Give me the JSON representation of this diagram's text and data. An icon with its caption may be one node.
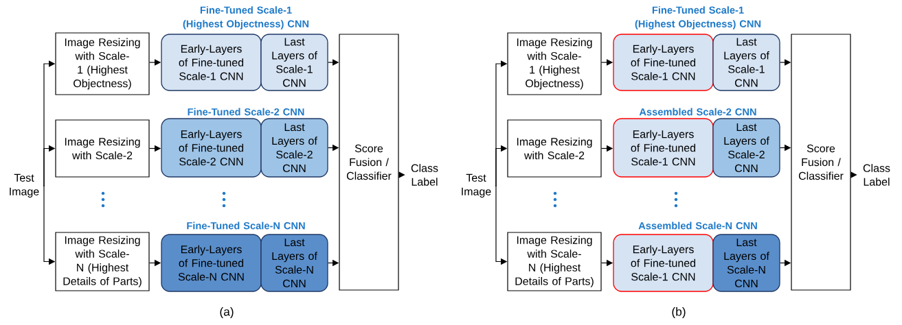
{
  "diagram": {
    "nodes": [
      {
        "text": [
          "Test Image"
        ]
      },
      {
        "text": [
          "Image Resizing with Scale-1 (Highest Objectness)"
        ]
      },
      {
        "text": [
          "Early-Layers of Fine-tuned Scale-1 CNN"
        ]
      },
      {
        "text": [
          "Last Layers of Scale-1 CNN"
        ]
      },
      {
        "text": [
          "Image Resizing with Scale-2"
        ]
      },
      {
        "text": [
          "Early-Layers of Fine-tuned Scale-2 CNN"
        ]
      },
      {
        "text": [
          "Last Layers of Scale-2 CNN"
        ]
      },
      {
        "text": [
          "Image Resizing with Scale-N (Highest Details of Parts)"
        ]
      },
      {
        "text": [
          "Early-Layers of Fine-tuned Scale-N CNN"
        ]
      },
      {
        "text": [
          "Last Layers of Scale-N CNN"
        ]
      },
      {
        "text": [
          "Score Fusion / Classifier"
        ]
      },
      {
        "text": [
          "Class Label"
        ]
      },
      {
        "text": [
          "Test Image"
        ]
      },
      {
        "text": [
          "Image Resizing with Scale-1 (Highest Objectness)"
        ]
      },
      {
        "text": [
          "Early-Layers of Fine-tuned Scale-1 CNN"
        ]
      },
      {
        "text": [
          "Last Layers of Scale-1 CNN"
        ]
      },
      {
        "text": [
          "Image Resizing with Scale-2"
        ]
      },
      {
        "text": [
          "Early-Layers of Fine-tuned Scale-1 CNN"
        ]
      },
      {
        "text": [
          "Last Layers of Scale-2 CNN"
        ]
      },
      {
        "text": [
          "Image Resizing with Scale-N (Highest Details of Parts)"
        ]
      },
      {
        "text": [
          "Early-Layers of Fine-tuned Scale-1 CNN"
        ]
      },
      {
        "text": [
          "Last Layers of Scale-N CNN"
        ]
      },
      {
        "text": [
          "Score Fusion / Classifier"
        ]
      },
      {
        "text": [
          "Class Label"
        ]
      }
    ],
    "edges": [
      {
        "from": 0,
        "to": 1,
        "arrow": "to"
      },
      {
        "from": 0,
        "to": 4,
        "arrow": "to"
      },
      {
        "from": 0,
        "to": 7,
        "arrow": "to"
      },
      {
        "from": 1,
        "to": 2,
        "arrow": "to"
      },
      {
        "from": 4,
        "to": 5,
        "arrow": "to"
      },
      {
        "from": 7,
        "to": 8,
        "arrow": "to"
      },
      {
        "from": 3,
        "to": 10,
        "arrow": "to"
      },
      {
        "from": 6,
        "to": 10,
        "arrow": "to"
      },
      {
        "from": 9,
        "to": 10,
        "arrow": "to"
      },
      {
        "from": 10,
        "to": 11,
        "arrow": "to"
      },
      {
        "from": 12,
        "to": 13,
        "arrow": "to"
      },
      {
        "from": 12,
        "to": 16,
        "arrow": "to"
      },
      {
        "from": 12,
        "to": 19,
        "arrow": "to"
      },
      {
        "from": 13,
        "to": 14,
        "arrow": "to"
      },
      {
        "from": 16,
        "to": 17,
        "arrow": "to"
      },
      {
        "from": 19,
        "to": 20,
        "arrow": "to"
      },
      {
        "from": 15,
        "to": 22,
        "arrow": "to"
      },
      {
        "from": 18,
        "to": 22,
        "arrow": "to"
      },
      {
        "from": 21,
        "to": 22,
        "arrow": "to"
      },
      {
        "from": 22,
        "to": 23,
        "arrow": "to"
      }
    ],
    "labels": [
      "Fine-Tuned Scale-1 (Highest Objectness) CNN",
      "Fine-Tuned Scale-2 CNN",
      "Fine-Tuned Scale-N CNN",
      "(a)",
      "Fine-Tuned Scale-1 (Highest Objectness) CNN",
      "Assembled Scale-2 CNN",
      "Assembled Scale-N CNN",
      "(b)"
    ]
  }
}
